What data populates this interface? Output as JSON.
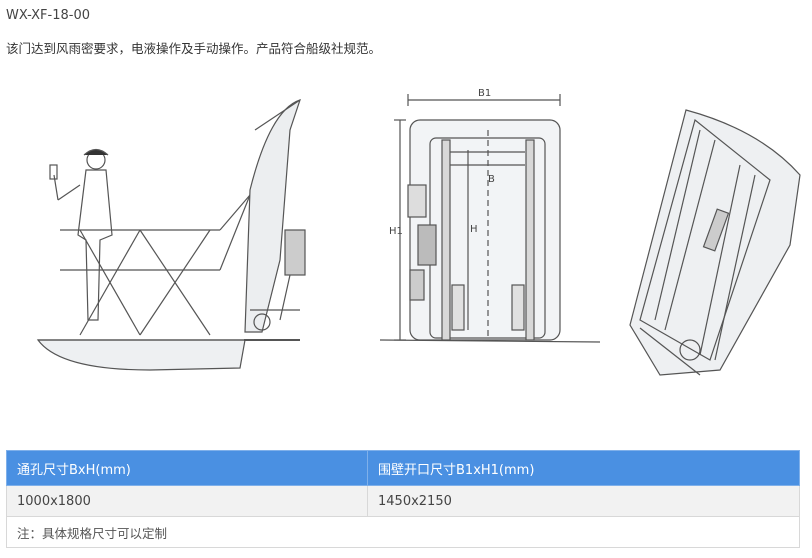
{
  "model": "WX-XF-18-00",
  "description": "该门达到风雨密要求，电液操作及手动操作。产品符合船级社规范。",
  "drawing": {
    "dim_width": "B1",
    "dim_height": "H1",
    "inner_width": "B",
    "inner_height": "H"
  },
  "table": {
    "headers": [
      "通孔尺寸BxH(mm)",
      "围壁开口尺寸B1xH1(mm)"
    ],
    "row": [
      "1000x1800",
      "1450x2150"
    ],
    "note": "注：具体规格尺寸可以定制"
  }
}
